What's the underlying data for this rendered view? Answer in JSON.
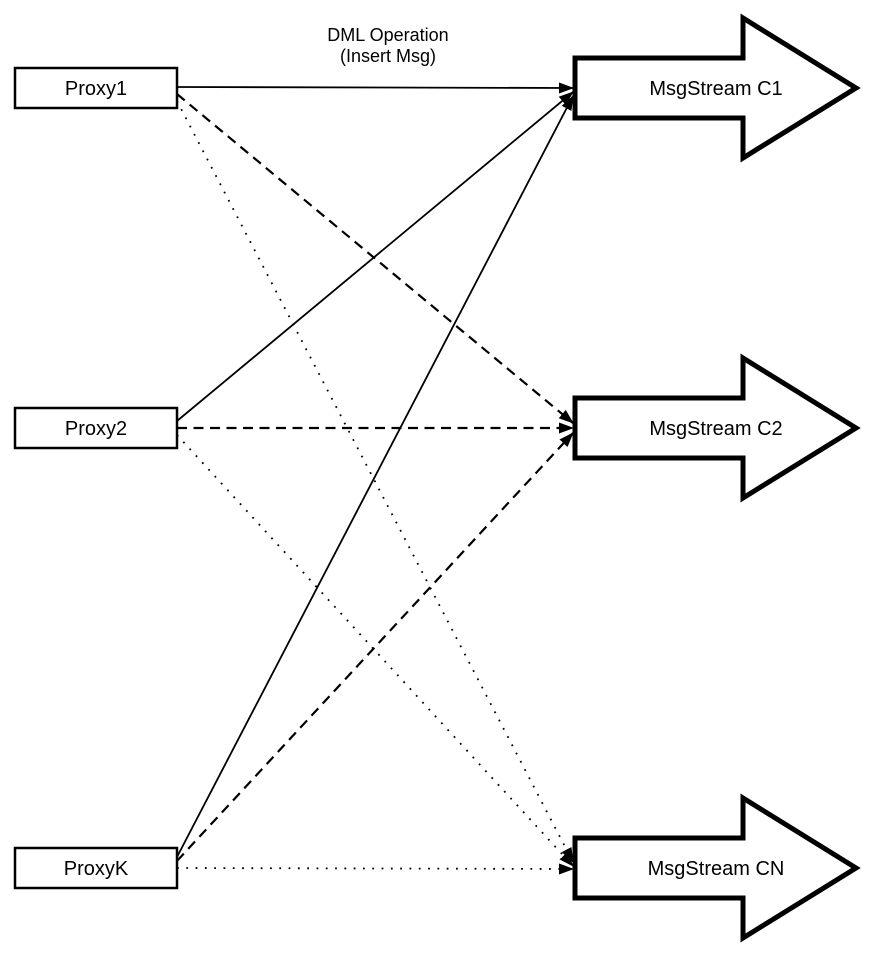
{
  "title": {
    "line1": "DML Operation",
    "line2": "(Insert Msg)"
  },
  "proxies": [
    {
      "id": "proxy1",
      "label": "Proxy1"
    },
    {
      "id": "proxy2",
      "label": "Proxy2"
    },
    {
      "id": "proxyk",
      "label": "ProxyK"
    }
  ],
  "streams": [
    {
      "id": "c1",
      "label": "MsgStream C1",
      "incoming_line_style": "solid"
    },
    {
      "id": "c2",
      "label": "MsgStream C2",
      "incoming_line_style": "dashed"
    },
    {
      "id": "cn",
      "label": "MsgStream CN",
      "incoming_line_style": "dotted"
    }
  ],
  "connections": [
    {
      "from": "Proxy1",
      "to": "MsgStream C1",
      "style": "solid"
    },
    {
      "from": "Proxy2",
      "to": "MsgStream C1",
      "style": "solid"
    },
    {
      "from": "ProxyK",
      "to": "MsgStream C1",
      "style": "solid"
    },
    {
      "from": "Proxy1",
      "to": "MsgStream C2",
      "style": "dashed"
    },
    {
      "from": "Proxy2",
      "to": "MsgStream C2",
      "style": "dashed"
    },
    {
      "from": "ProxyK",
      "to": "MsgStream C2",
      "style": "dashed"
    },
    {
      "from": "Proxy1",
      "to": "MsgStream CN",
      "style": "dotted"
    },
    {
      "from": "Proxy2",
      "to": "MsgStream CN",
      "style": "dotted"
    },
    {
      "from": "ProxyK",
      "to": "MsgStream CN",
      "style": "dotted"
    }
  ],
  "colors": {
    "stroke": "#000000",
    "fill": "#ffffff",
    "background": "#ffffff"
  }
}
